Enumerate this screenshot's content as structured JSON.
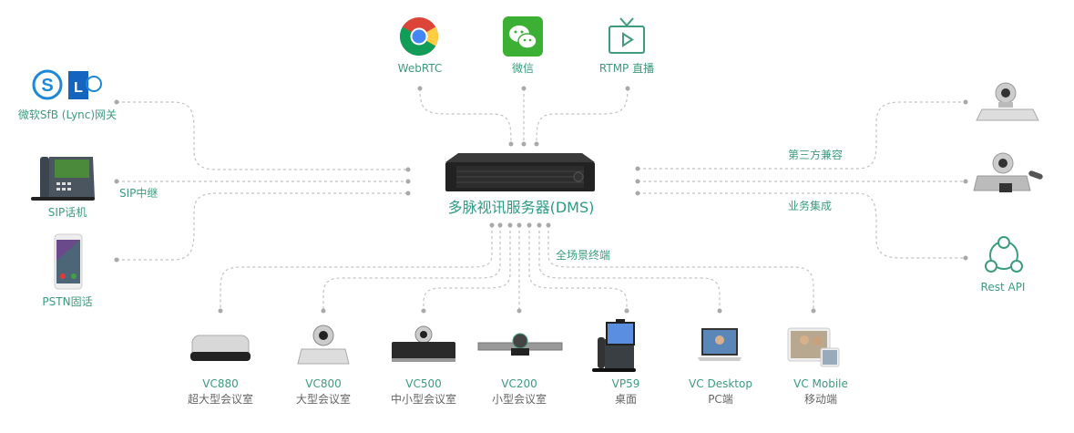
{
  "center": {
    "title": "多脉视讯服务器(DMS)"
  },
  "top": [
    {
      "label": "WebRTC",
      "icon": "chrome-icon"
    },
    {
      "label": "微信",
      "icon": "wechat-icon"
    },
    {
      "label": "RTMP 直播",
      "icon": "tv-icon"
    }
  ],
  "left": [
    {
      "label": "微软SfB (Lync)网关",
      "icon": "skype-lync-icon"
    },
    {
      "label": "SIP话机",
      "icon": "desk-phone-icon"
    },
    {
      "label": "PSTN固话",
      "icon": "smartphone-icon"
    }
  ],
  "left_link_label": "SIP中继",
  "right_labels": {
    "top": "第三方兼容",
    "bottom": "业务集成"
  },
  "right": [
    {
      "label": "Rest API",
      "icon": "rest-api-icon"
    }
  ],
  "bottom_link_label": "全场景终端",
  "bottom": [
    {
      "name": "VC880",
      "desc": "超大型会议室"
    },
    {
      "name": "VC800",
      "desc": "大型会议室"
    },
    {
      "name": "VC500",
      "desc": "中小型会议室"
    },
    {
      "name": "VC200",
      "desc": "小型会议室"
    },
    {
      "name": "VP59",
      "desc": "桌面"
    },
    {
      "name": "VC Desktop",
      "desc": "PC端"
    },
    {
      "name": "VC Mobile",
      "desc": "移动端"
    }
  ],
  "colors": {
    "accent": "#3c9c7c",
    "line": "#bdbdbd",
    "dot": "#a9a9a9"
  }
}
